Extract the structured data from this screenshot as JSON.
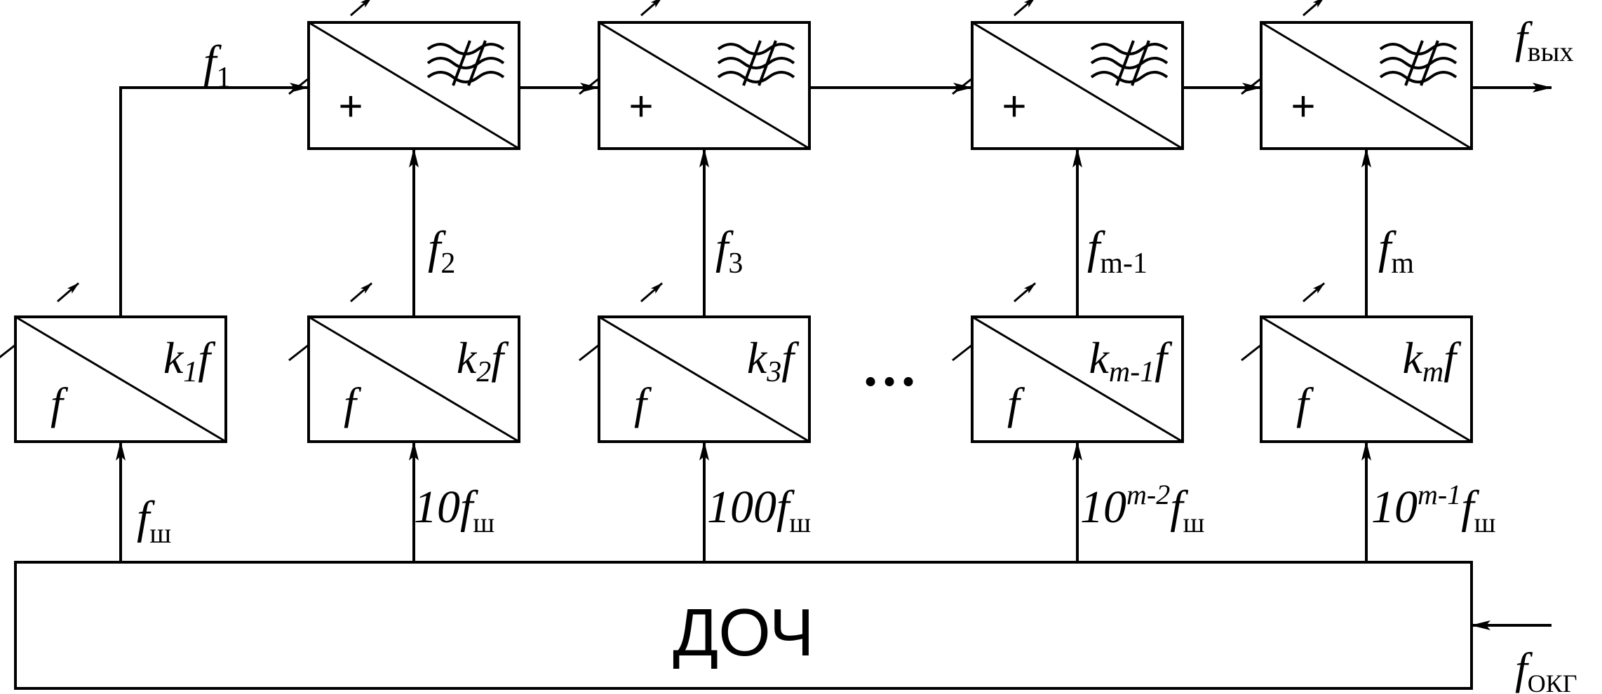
{
  "ochk": {
    "label": "ДОЧ"
  },
  "ref_input": {
    "sym": "f",
    "sub": "ОКГ"
  },
  "output": {
    "sym": "f",
    "sub": "вых"
  },
  "mixers": [
    {
      "sign": "+"
    },
    {
      "sign": "+"
    },
    {
      "sign": "+"
    },
    {
      "sign": "+"
    }
  ],
  "multipliers": [
    {
      "in_sym": "f",
      "out_sym": "k",
      "out_sub": "1",
      "out_post": "f"
    },
    {
      "in_sym": "f",
      "out_sym": "k",
      "out_sub": "2",
      "out_post": "f"
    },
    {
      "in_sym": "f",
      "out_sym": "k",
      "out_sub": "3",
      "out_post": "f"
    },
    {
      "in_sym": "f",
      "out_sym": "k",
      "out_sub": "m-1",
      "out_post": "f"
    },
    {
      "in_sym": "f",
      "out_sym": "k",
      "out_sub": "m",
      "out_post": "f"
    }
  ],
  "ellipsis": "…",
  "signals_up": [
    {
      "sym": "f",
      "sub": "1"
    },
    {
      "sym": "f",
      "sub": "2"
    },
    {
      "sym": "f",
      "sub": "3"
    },
    {
      "sym": "f",
      "sub": "m-1"
    },
    {
      "sym": "f",
      "sub": "m"
    }
  ],
  "signals_in": [
    {
      "pre": "",
      "sup": "",
      "sym": "f",
      "sub": "ш"
    },
    {
      "pre": "10",
      "sup": "",
      "sym": "f",
      "sub": "ш"
    },
    {
      "pre": "100",
      "sup": "",
      "sym": "f",
      "sub": "ш"
    },
    {
      "pre": "10",
      "sup": "m-2",
      "sym": "f",
      "sub": "ш"
    },
    {
      "pre": "10",
      "sup": "m-1",
      "sym": "f",
      "sub": "ш"
    }
  ]
}
